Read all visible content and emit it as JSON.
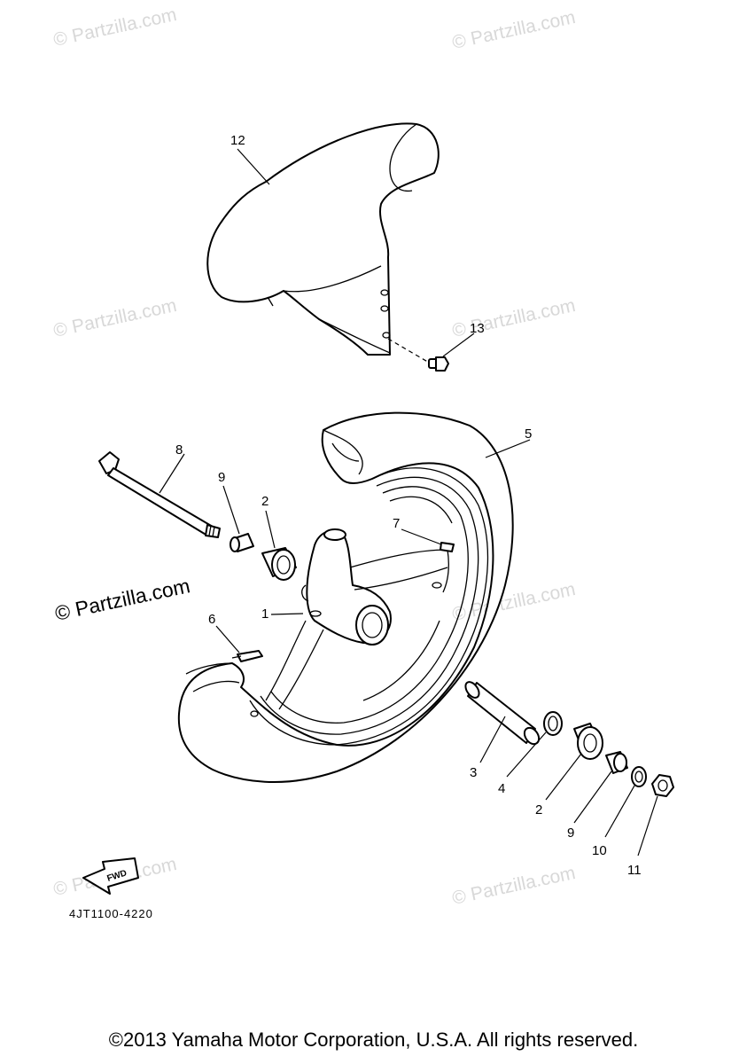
{
  "watermarks": {
    "light": "© Partzilla.com",
    "dark": "© Partzilla.com"
  },
  "callouts": {
    "c1": "1",
    "c2a": "2",
    "c2b": "2",
    "c3": "3",
    "c4": "4",
    "c5": "5",
    "c6": "6",
    "c7": "7",
    "c8": "8",
    "c9a": "9",
    "c9b": "9",
    "c10": "10",
    "c11": "11",
    "c12": "12",
    "c13": "13"
  },
  "fwd_label": "FWD",
  "diagram_code": "4JT1100-4220",
  "copyright": "©2013 Yamaha Motor Corporation, U.S.A. All rights reserved.",
  "colors": {
    "line": "#000000",
    "watermark": "#d8d8d8",
    "background": "#ffffff"
  }
}
